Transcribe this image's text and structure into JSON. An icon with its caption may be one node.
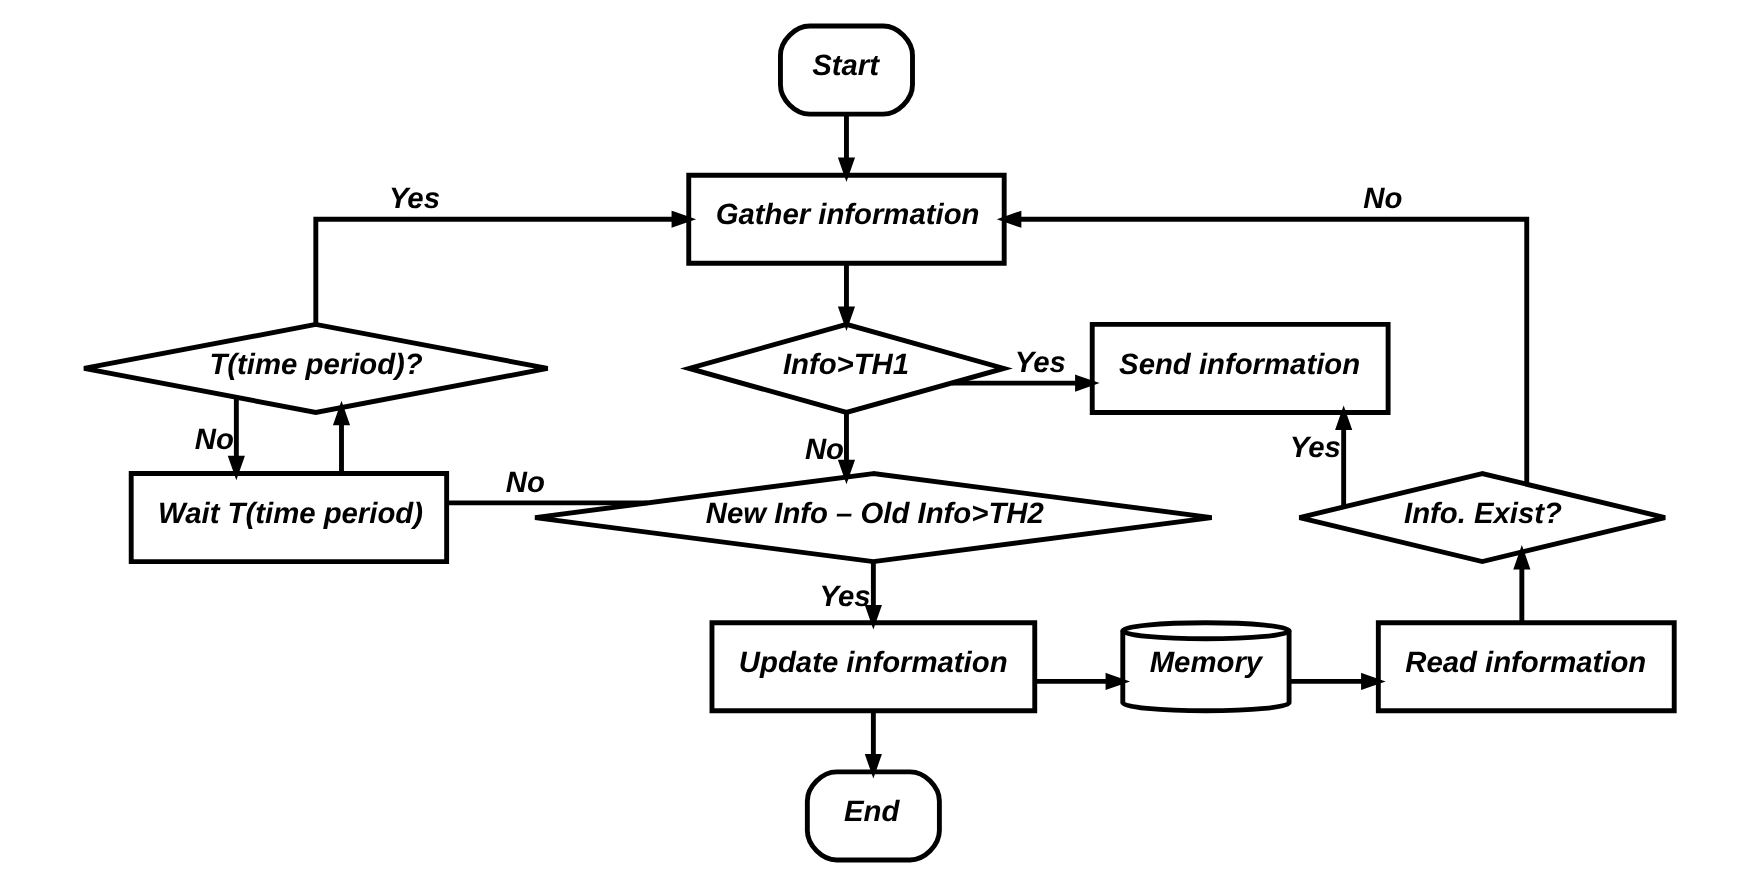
{
  "diagram": {
    "nodes": [
      {
        "text": [
          "Start"
        ]
      },
      {
        "text": [
          "Gather information"
        ]
      },
      {
        "text": [
          "Info>TH1"
        ]
      },
      {
        "text": [
          "Send information"
        ]
      },
      {
        "text": [
          "New Info – Old Info>TH2"
        ]
      },
      {
        "text": [
          "Update information"
        ]
      },
      {
        "text": [
          "End"
        ]
      },
      {
        "text": [
          "Memory"
        ]
      },
      {
        "text": [
          "Read information"
        ]
      },
      {
        "text": [
          "Info. Exist?"
        ]
      },
      {
        "text": [
          "T(time period)?"
        ]
      },
      {
        "text": [
          "Wait T(time period)"
        ]
      }
    ],
    "edges": [
      {
        "from": 0,
        "to": 1,
        "arrow": "to"
      },
      {
        "from": 1,
        "to": 2,
        "arrow": "to"
      },
      {
        "from": 2,
        "to": 3,
        "arrow": "to",
        "label": "Yes"
      },
      {
        "from": 2,
        "to": 4,
        "arrow": "to",
        "label": "No"
      },
      {
        "from": 4,
        "to": 11,
        "arrow": "none",
        "label": "No"
      },
      {
        "from": 4,
        "to": 5,
        "arrow": "to",
        "label": "Yes"
      },
      {
        "from": 5,
        "to": 6,
        "arrow": "to"
      },
      {
        "from": 5,
        "to": 7,
        "arrow": "to"
      },
      {
        "from": 7,
        "to": 8,
        "arrow": "to"
      },
      {
        "from": 8,
        "to": 9,
        "arrow": "to"
      },
      {
        "from": 9,
        "to": 3,
        "arrow": "to",
        "label": "Yes"
      },
      {
        "from": 9,
        "to": 1,
        "arrow": "to",
        "label": "No"
      },
      {
        "from": 11,
        "to": 10,
        "arrow": "to"
      },
      {
        "from": 10,
        "to": 1,
        "arrow": "to",
        "label": "Yes"
      },
      {
        "from": 10,
        "to": 11,
        "arrow": "to",
        "label": "No"
      }
    ]
  }
}
